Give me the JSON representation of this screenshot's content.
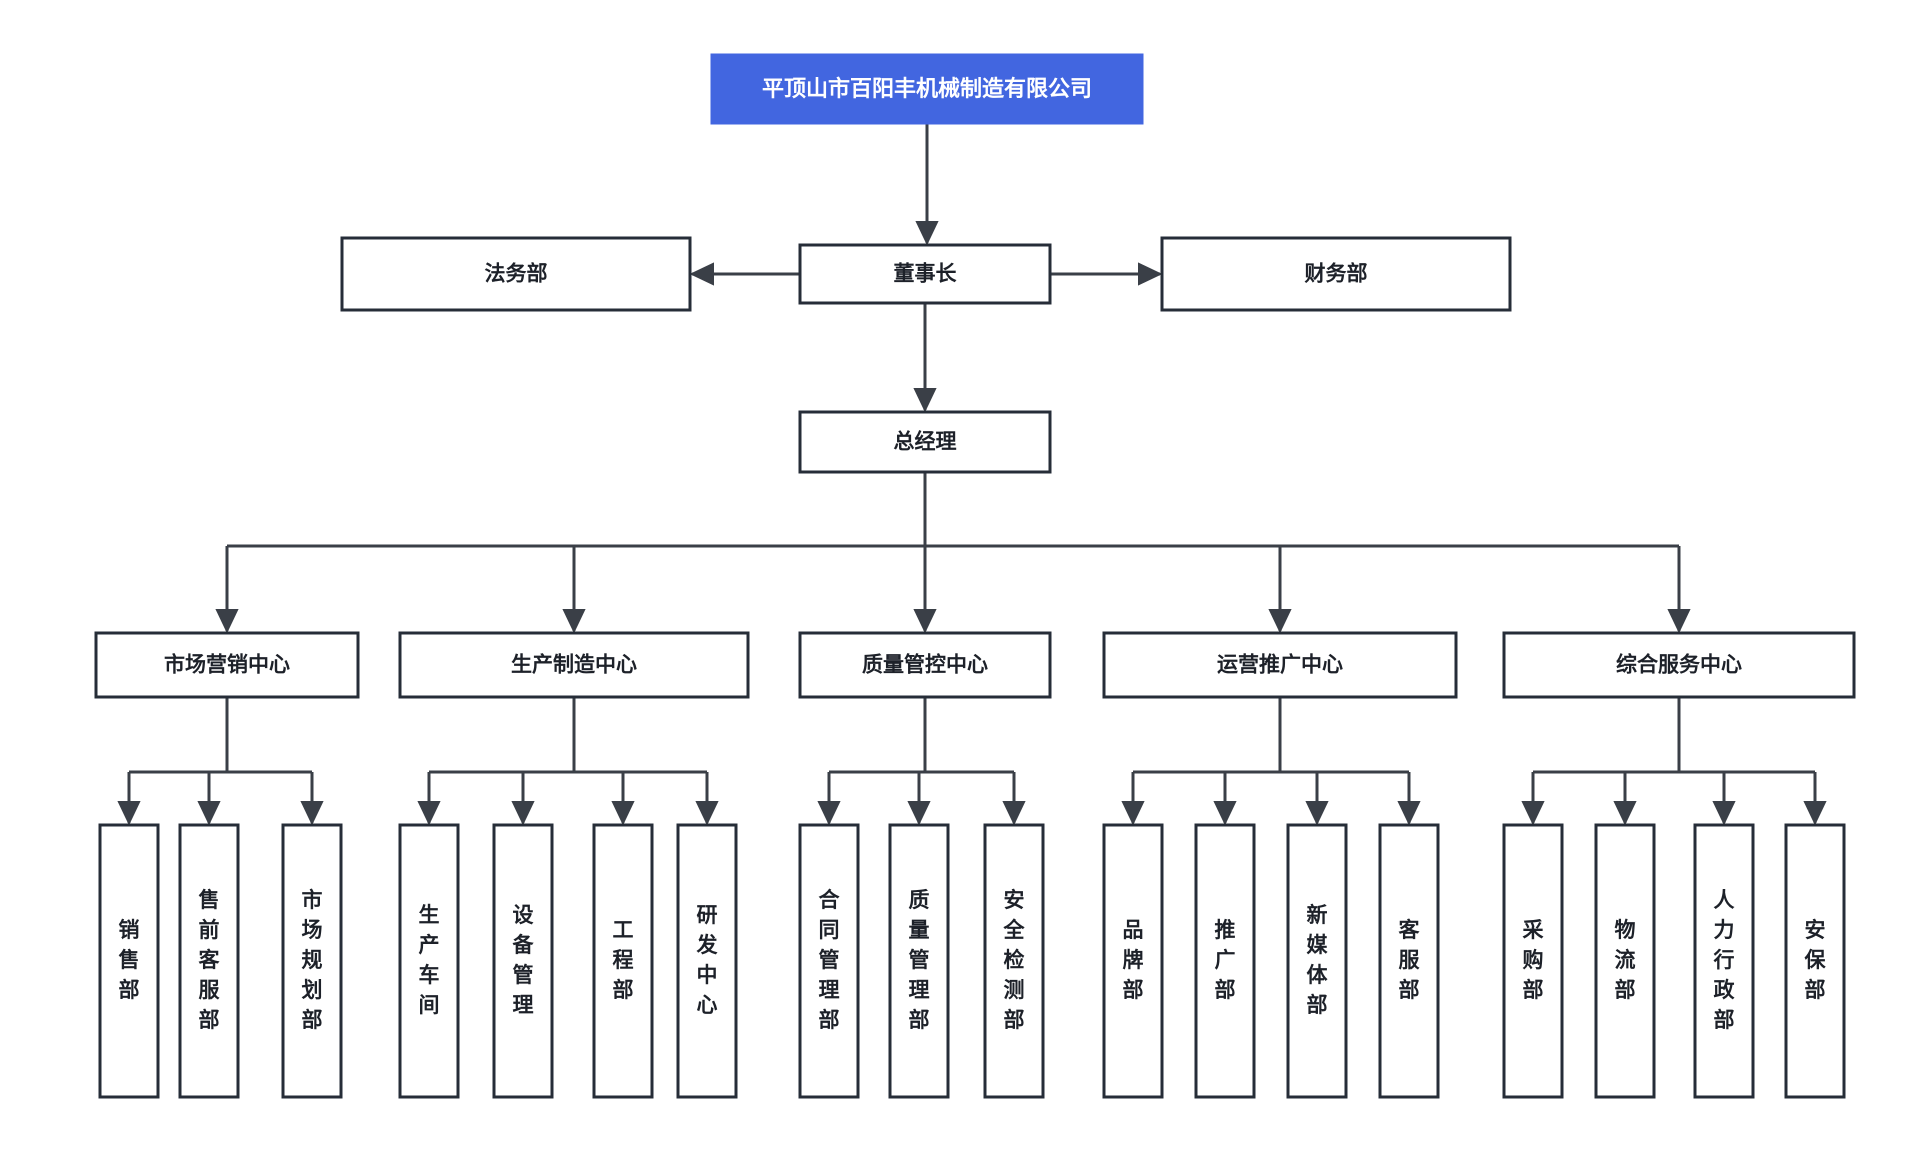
{
  "diagram": {
    "type": "organization-chart",
    "title": "平顶山市百阳丰机械制造有限公司",
    "background_color": "#ffffff",
    "root_fill_color": "#4266e0",
    "root_text_color": "#ffffff",
    "box_border_color": "#262d38",
    "connector_color": "#3a3f47"
  },
  "nodes": {
    "root": {
      "label": "平顶山市百阳丰机械制造有限公司"
    },
    "chairman": {
      "label": "董事长"
    },
    "legal": {
      "label": "法务部"
    },
    "finance": {
      "label": "财务部"
    },
    "general_manager": {
      "label": "总经理"
    },
    "centers": [
      {
        "label": "市场营销中心"
      },
      {
        "label": "生产制造中心"
      },
      {
        "label": "质量管控中心"
      },
      {
        "label": "运营推广中心"
      },
      {
        "label": "综合服务中心"
      }
    ],
    "departments": {
      "marketing": [
        {
          "label": "销售部"
        },
        {
          "label": "售前客服部"
        },
        {
          "label": "市场规划部"
        }
      ],
      "production": [
        {
          "label": "生产车间"
        },
        {
          "label": "设备管理"
        },
        {
          "label": "工程部"
        },
        {
          "label": "研发中心"
        }
      ],
      "quality": [
        {
          "label": "合同管理部"
        },
        {
          "label": "质量管理部"
        },
        {
          "label": "安全检测部"
        }
      ],
      "operations": [
        {
          "label": "品牌部"
        },
        {
          "label": "推广部"
        },
        {
          "label": "新媒体部"
        },
        {
          "label": "客服部"
        }
      ],
      "services": [
        {
          "label": "采购部"
        },
        {
          "label": "物流部"
        },
        {
          "label": "人力行政部"
        },
        {
          "label": "安保部"
        }
      ]
    }
  }
}
